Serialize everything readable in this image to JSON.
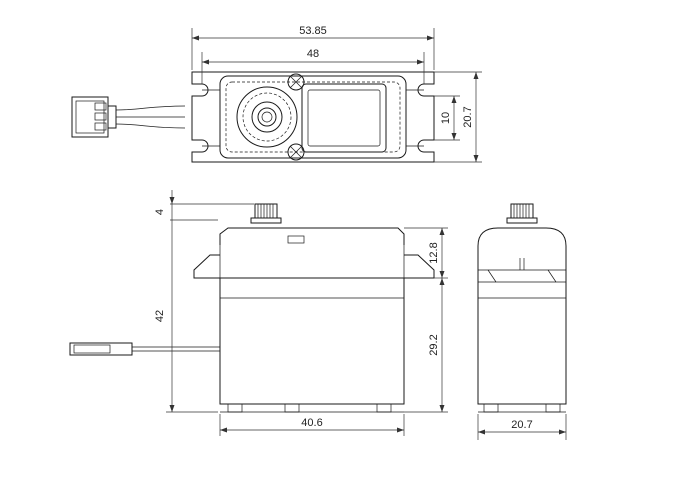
{
  "dimensions": {
    "top_overall_width": "53.85",
    "top_hole_spacing": "48",
    "top_hole_pitch": "10",
    "top_height": "20.7",
    "front_spline": "4",
    "front_total_height": "42",
    "front_upper_height": "12.8",
    "front_lower_height": "29.2",
    "front_width": "40.6",
    "side_width": "20.7"
  },
  "colors": {
    "line": "#1a1a1a",
    "dimension": "#333333"
  }
}
